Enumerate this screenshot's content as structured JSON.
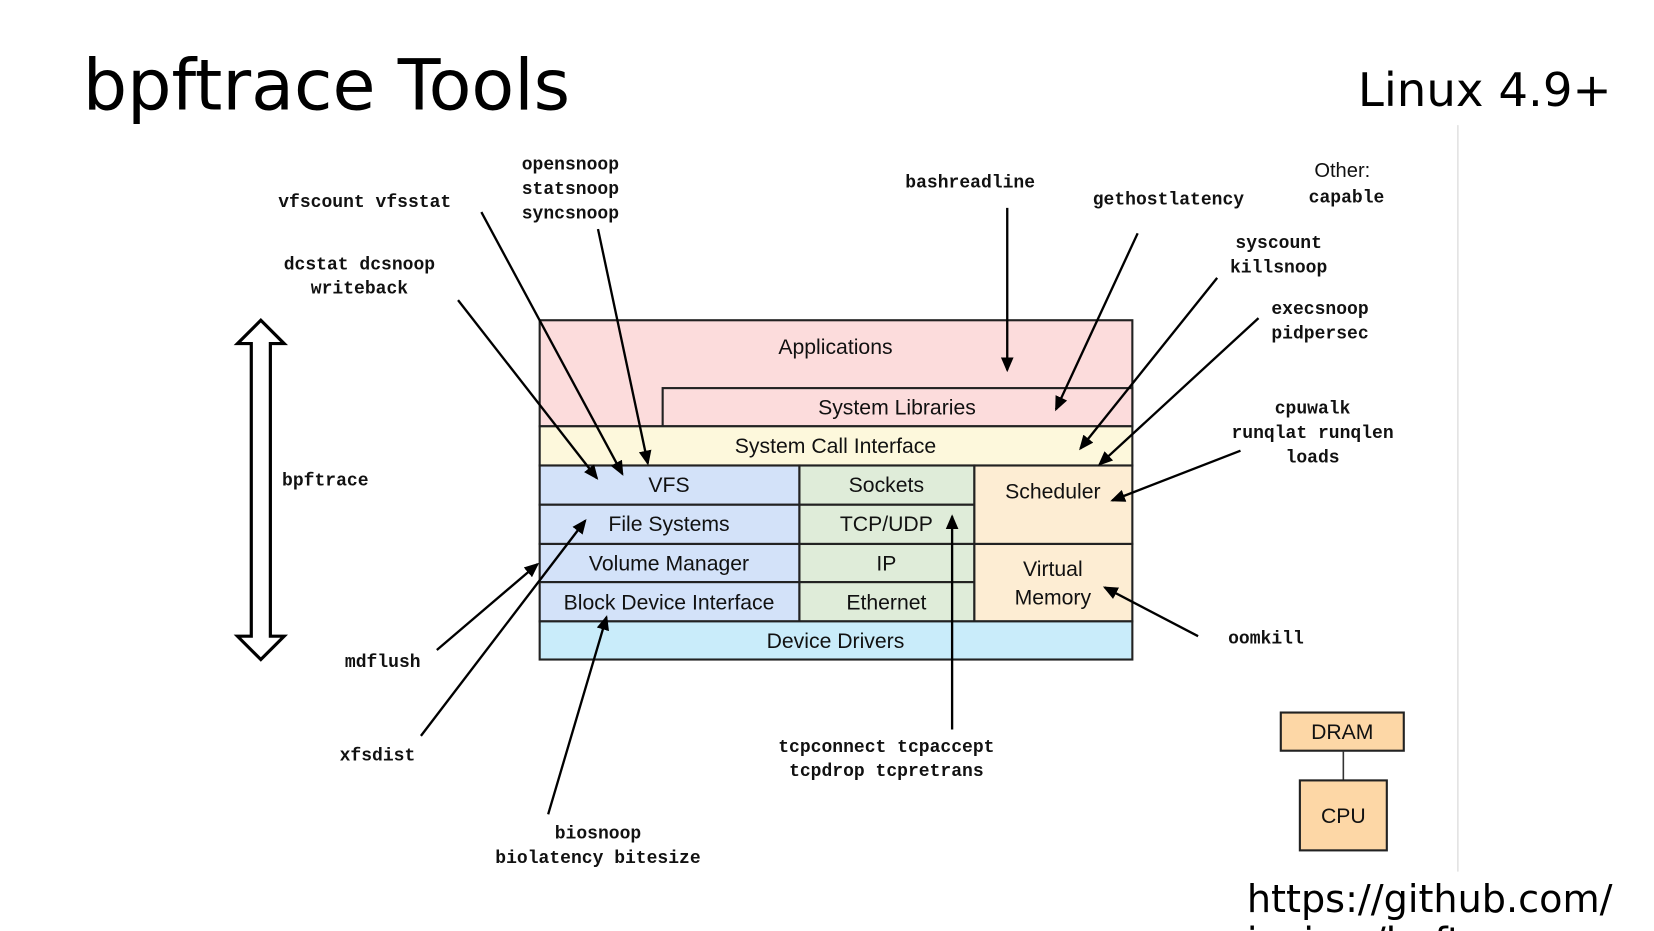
{
  "slide": {
    "title": "bpftrace Tools",
    "subtitle": "Linux 4.9+",
    "url_line1": "https://github.com/",
    "url_line2": "iovisor/bpftrace"
  },
  "colors": {
    "app_layer": "#fcdcdc",
    "syscall_layer": "#fdf8dc",
    "storage_layer": "#d3e2f9",
    "network_layer": "#dfecd9",
    "cpu_mem_layer": "#fdedd3",
    "device_drivers": "#c9ecfa",
    "hardware": "#fdd7a6"
  },
  "stack": {
    "applications": "Applications",
    "system_libraries": "System Libraries",
    "system_call_interface": "System Call Interface",
    "vfs": "VFS",
    "file_systems": "File Systems",
    "volume_manager": "Volume Manager",
    "block_device_interface": "Block Device Interface",
    "sockets": "Sockets",
    "tcp_udp": "TCP/UDP",
    "ip": "IP",
    "ethernet": "Ethernet",
    "scheduler": "Scheduler",
    "virtual_memory_1": "Virtual",
    "virtual_memory_2": "Memory",
    "device_drivers": "Device Drivers"
  },
  "hardware": {
    "dram": "DRAM",
    "cpu": "CPU"
  },
  "bpftrace_range_label": "bpftrace",
  "other": {
    "label": "Other:",
    "tools": "capable"
  },
  "tools": {
    "vfs_count": "vfscount vfsstat",
    "open_snoop": [
      "opensnoop",
      "statsnoop",
      "syncsnoop"
    ],
    "dcstat": [
      "dcstat dcsnoop",
      "writeback"
    ],
    "bashreadline": "bashreadline",
    "gethostlatency": "gethostlatency",
    "syscount": [
      "syscount",
      "killsnoop"
    ],
    "execsnoop": [
      "execsnoop",
      "pidpersec"
    ],
    "cpuwalk": [
      "cpuwalk",
      "runqlat runqlen",
      "loads"
    ],
    "oomkill": "oomkill",
    "mdflush": "mdflush",
    "xfsdist": "xfsdist",
    "biosnoop": [
      "biosnoop",
      "biolatency bitesize"
    ],
    "tcp": [
      "tcpconnect tcpaccept",
      "tcpdrop tcpretrans"
    ]
  }
}
